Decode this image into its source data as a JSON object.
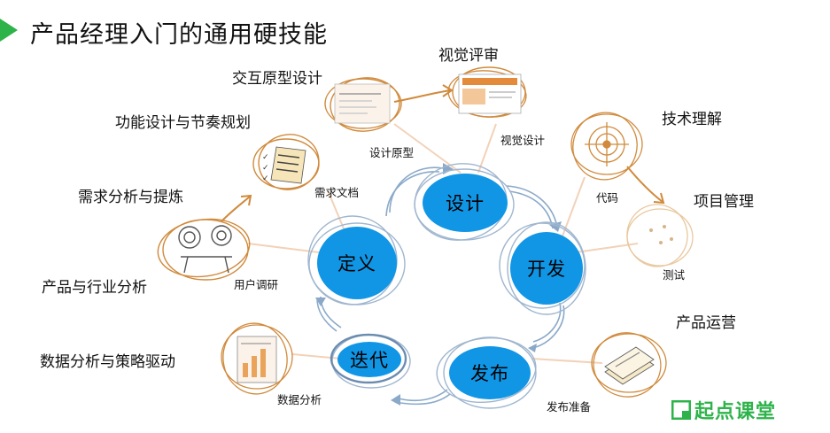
{
  "title": "产品经理入门的通用硬技能",
  "core": [
    {
      "id": "design",
      "label": "设计"
    },
    {
      "id": "develop",
      "label": "开发"
    },
    {
      "id": "release",
      "label": "发布"
    },
    {
      "id": "iterate",
      "label": "迭代"
    },
    {
      "id": "define",
      "label": "定义"
    }
  ],
  "skills": {
    "interaction_prototype": "交互原型设计",
    "visual_review": "视觉评审",
    "feature_design": "功能设计与节奏规划",
    "tech_understanding": "技术理解",
    "requirement_analysis": "需求分析与提炼",
    "project_management": "项目管理",
    "industry_analysis": "产品与行业分析",
    "product_operation": "产品运营",
    "data_analysis": "数据分析与策略驱动"
  },
  "artifacts": {
    "design_prototype": "设计原型",
    "visual_design": "视觉设计",
    "requirement_doc": "需求文档",
    "code": "代码",
    "testing": "测试",
    "user_research": "用户调研",
    "release_prep": "发布准备",
    "data_analysis": "数据分析"
  },
  "colors": {
    "accent_green": "#2eb34a",
    "node_blue": "#1196e6",
    "sketch_orange": "#d08a3c",
    "cycle_blue": "#8aa9c9"
  },
  "logo": {
    "text": "起点课堂",
    "icon": "qidian-logo-icon"
  }
}
